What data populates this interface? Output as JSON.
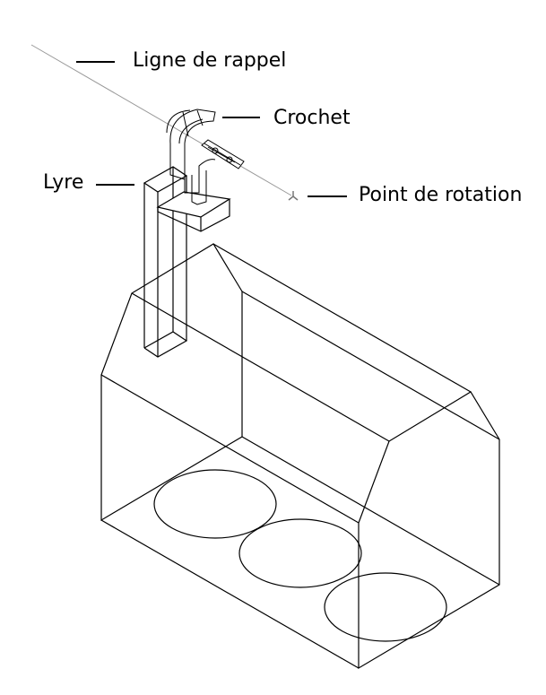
{
  "labels": {
    "reference_line": "Ligne de rappel",
    "hook": "Crochet",
    "lyre": "Lyre",
    "rotation_point": "Point de rotation"
  },
  "colors": {
    "line": "#000000",
    "reference_line": "#999999"
  }
}
